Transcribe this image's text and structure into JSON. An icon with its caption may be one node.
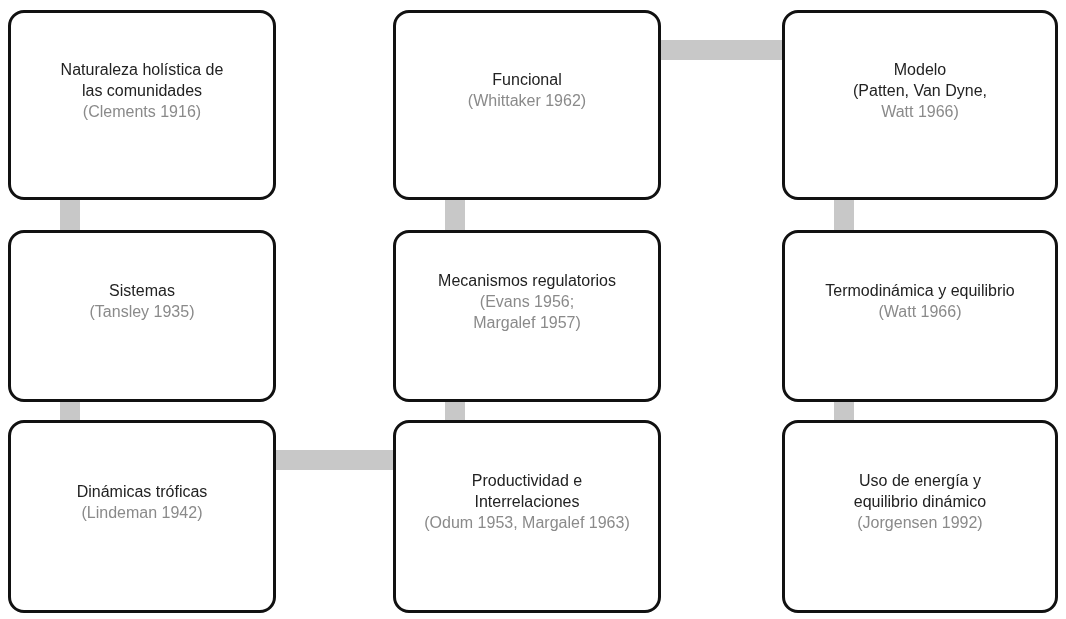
{
  "diagram": {
    "nodes": [
      {
        "text": [
          "Naturaleza holística de las comunidades",
          "(Clements 1916)"
        ]
      },
      {
        "text": [
          "Funcional",
          "(Whittaker 1962)"
        ]
      },
      {
        "text": [
          "Modelo",
          "(Patten, Van Dyne,",
          "Watt 1966)"
        ]
      },
      {
        "text": [
          "Sistemas",
          "(Tansley 1935)"
        ]
      },
      {
        "text": [
          "Mecanismos regulatorios",
          "(Evans 1956; Margalef 1957)"
        ]
      },
      {
        "text": [
          "Termodinámica y equilibrio",
          "(Watt 1966)"
        ]
      },
      {
        "text": [
          "Dinámicas tróficas",
          "(Lindeman 1942)"
        ]
      },
      {
        "text": [
          "Productividad e Interrelaciones",
          "(Odum 1953, Margalef 1963)"
        ]
      },
      {
        "text": [
          "Uso de energía y equilibrio dinámico",
          "(Jorgensen 1992)"
        ]
      }
    ],
    "edges": [
      {
        "from": 0,
        "to": 3,
        "arrow": "none"
      },
      {
        "from": 3,
        "to": 6,
        "arrow": "none"
      },
      {
        "from": 6,
        "to": 7,
        "arrow": "none"
      },
      {
        "from": 7,
        "to": 4,
        "arrow": "none"
      },
      {
        "from": 4,
        "to": 1,
        "arrow": "none"
      },
      {
        "from": 1,
        "to": 2,
        "arrow": "none"
      },
      {
        "from": 2,
        "to": 5,
        "arrow": "none"
      },
      {
        "from": 5,
        "to": 8,
        "arrow": "none"
      }
    ]
  }
}
